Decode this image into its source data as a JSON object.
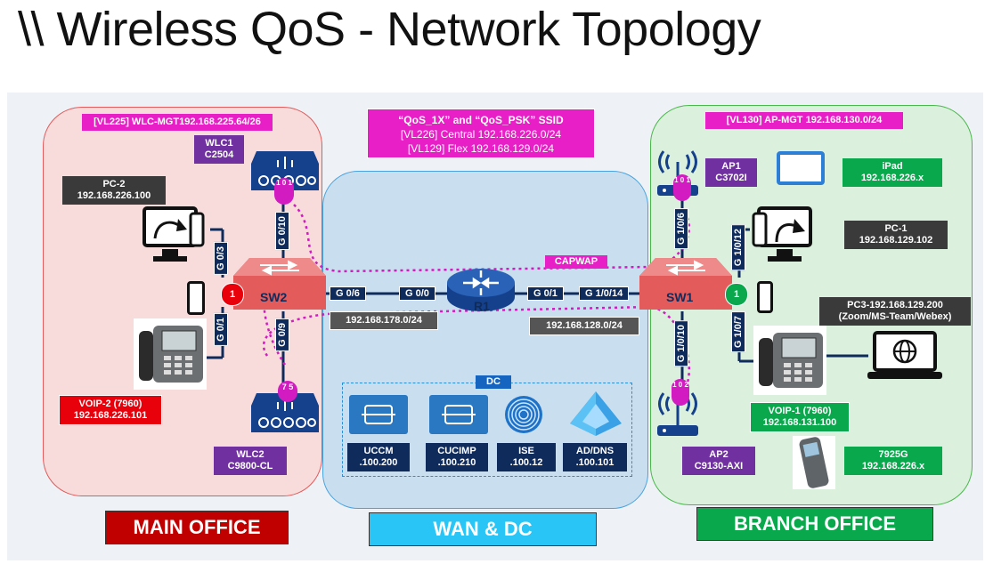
{
  "title": "\\\\ Wireless QoS - Network Topology",
  "ssid_box": {
    "line1": "“QoS_1X” and “QoS_PSK” SSID",
    "line2": "[VL226] Central  192.168.226.0/24",
    "line3": "[VL129] Flex       192.168.129.0/24"
  },
  "main": {
    "vlan": "[VL225] WLC-MGT192.168.225.64/26",
    "wlc1": {
      "name": "WLC1",
      "model": "C2504"
    },
    "wlc2": {
      "name": "WLC2",
      "model": "C9800-CL"
    },
    "pc2": {
      "name": "PC-2",
      "ip": "192.168.226.100"
    },
    "voip2": {
      "name": "VOIP-2 (7960)",
      "ip": "192.168.226.101"
    },
    "sw": "SW2",
    "sw_badge": "1",
    "ports": {
      "up": "G 0/10",
      "pc": "G 0/3",
      "phone": "G 0/1",
      "down": "G 0/9",
      "wan": "G 0/6"
    },
    "wlc1_badge": "1 0 1",
    "wlc2_badge": "7 5",
    "footer": "MAIN OFFICE"
  },
  "wan": {
    "router": "R1",
    "ports": {
      "left": "G 0/0",
      "right": "G 0/1",
      "sw1": "G 1/0/14"
    },
    "net_left": "192.168.178.0/24",
    "net_right": "192.168.128.0/24",
    "capwap": "CAPWAP",
    "dc_title": "DC",
    "dc": [
      {
        "name": "UCCM",
        "ip": ".100.200"
      },
      {
        "name": "CUCIMP",
        "ip": ".100.210"
      },
      {
        "name": "ISE",
        "ip": ".100.12"
      },
      {
        "name": "AD/DNS",
        "ip": ".100.101"
      }
    ],
    "footer": "WAN & DC"
  },
  "branch": {
    "vlan": "[VL130] AP-MGT 192.168.130.0/24",
    "ap1": {
      "name": "AP1",
      "model": "C3702I"
    },
    "ap2": {
      "name": "AP2",
      "model": "C9130-AXI"
    },
    "ipad": {
      "name": "iPad",
      "ip": "192.168.226.x"
    },
    "pc1": {
      "name": "PC-1",
      "ip": "192.168.129.102"
    },
    "pc3": {
      "name": "PC3-192.168.129.200",
      "apps": "(Zoom/MS-Team/Webex)"
    },
    "voip1": {
      "name": "VOIP-1 (7960)",
      "ip": "192.168.131.100"
    },
    "g7925": {
      "name": "7925G",
      "ip": "192.168.226.x"
    },
    "sw": "SW1",
    "sw_badge": "1",
    "ports": {
      "ap1": "G 1/0/6",
      "pc": "G 1/0/12",
      "phone": "G 1/0/7",
      "ap2": "G 1/0/10"
    },
    "ap1_badge": "1 0 1",
    "ap2_badge": "1 0 2",
    "footer": "BRANCH OFFICE"
  },
  "colors": {
    "main_zone": "#f8dcdc",
    "wan_zone": "#c9dff0",
    "branch_zone": "#dcf1dd",
    "capwap": "#d21bc0",
    "link_navy": "#0f2b5b"
  }
}
